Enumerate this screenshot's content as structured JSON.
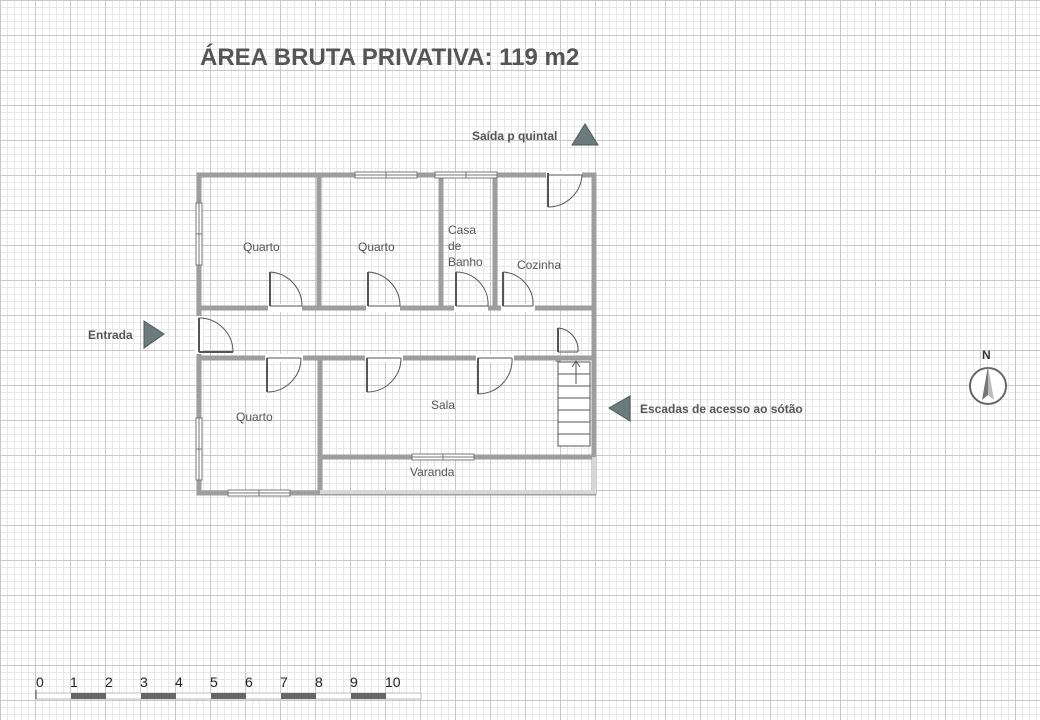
{
  "title": "ÁREA BRUTA PRIVATIVA: 119 m2",
  "rooms": {
    "quarto_1": "Quarto",
    "quarto_2": "Quarto",
    "quarto_3": "Quarto",
    "casa_de_banho": "Casa de Banho",
    "cozinha": "Cozinha",
    "sala": "Sala",
    "varanda": "Varanda"
  },
  "markers": {
    "entrada": "Entrada",
    "saida": "Saída p quintal",
    "escadas": "Escadas de acesso ao sótão"
  },
  "compass": {
    "label": "N"
  },
  "scale": {
    "labels": [
      "0",
      "1",
      "2",
      "3",
      "4",
      "5",
      "6",
      "7",
      "8",
      "9",
      "10"
    ]
  },
  "colors": {
    "wall": "#9e9e9e",
    "marker": "#6b7b7b",
    "grid": "#c8c8c8"
  }
}
